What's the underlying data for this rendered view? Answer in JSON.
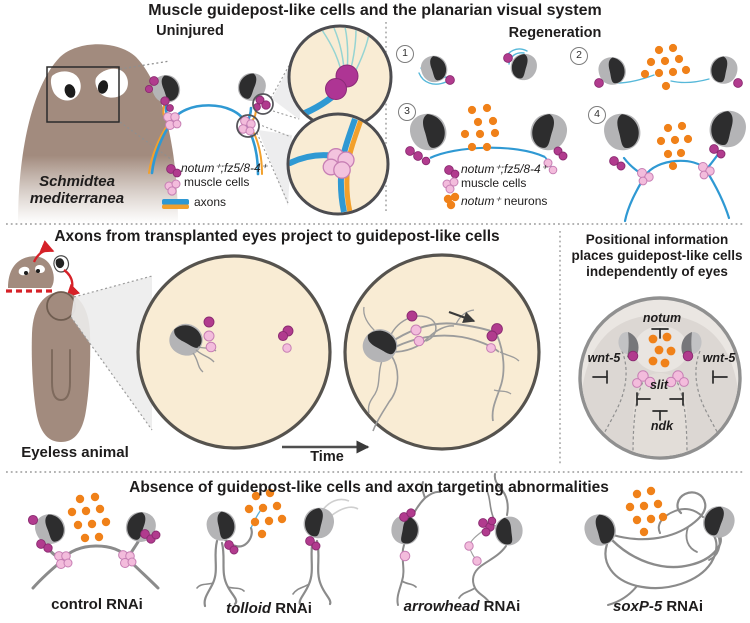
{
  "figure": {
    "panel_top": {
      "title": "Muscle guidepost-like cells and the planarian visual system",
      "uninjured_label": "Uninjured",
      "regeneration_label": "Regeneration",
      "species_line1": "Schmidtea",
      "species_line2": "mediterranea",
      "steps": [
        "1",
        "2",
        "3",
        "4"
      ],
      "legend_uninjured": {
        "muscle_gene": "notum⁺;fz5/8-4⁺",
        "muscle_label": "muscle cells",
        "axons_label": "axons"
      },
      "legend_regeneration": {
        "muscle_gene": "notum⁺;fz5/8-4⁺",
        "muscle_label": "muscle cells",
        "neurons_gene": "notum⁺",
        "neurons_label": " neurons"
      }
    },
    "panel_middle": {
      "title": "Axons from transplanted eyes project to guidepost-like cells",
      "eyeless_label": "Eyeless animal",
      "time_label": "Time",
      "positional_title_line1": "Positional information",
      "positional_title_line2": "places guidepost-like cells",
      "positional_title_line3": "independently of eyes",
      "gene_notum": "notum",
      "gene_wnt5_left": "wnt-5",
      "gene_wnt5_right": "wnt-5",
      "gene_slit": "slit",
      "gene_ndk": "ndk"
    },
    "panel_bottom": {
      "title": "Absence of guidepost-like cells and axon targeting abnormalities",
      "conditions": [
        {
          "gene": "control",
          "suffix": " RNAi"
        },
        {
          "gene": "tolloid",
          "suffix": " RNAi"
        },
        {
          "gene": "arrowhead",
          "suffix": " RNAi"
        },
        {
          "gene": "soxP-5",
          "suffix": " RNAi"
        }
      ]
    },
    "colors": {
      "muscle_cell_magenta": "#b13b8e",
      "muscle_cell_pink": "#f3bcdc",
      "axon_blue": "#2f99d3",
      "axon_orange": "#f2a02c",
      "neuron_orange": "#f08119",
      "accent_red": "#d62128",
      "body_brown": "#a28b7e",
      "zoom_background_cream": "#f9ecd4"
    }
  }
}
